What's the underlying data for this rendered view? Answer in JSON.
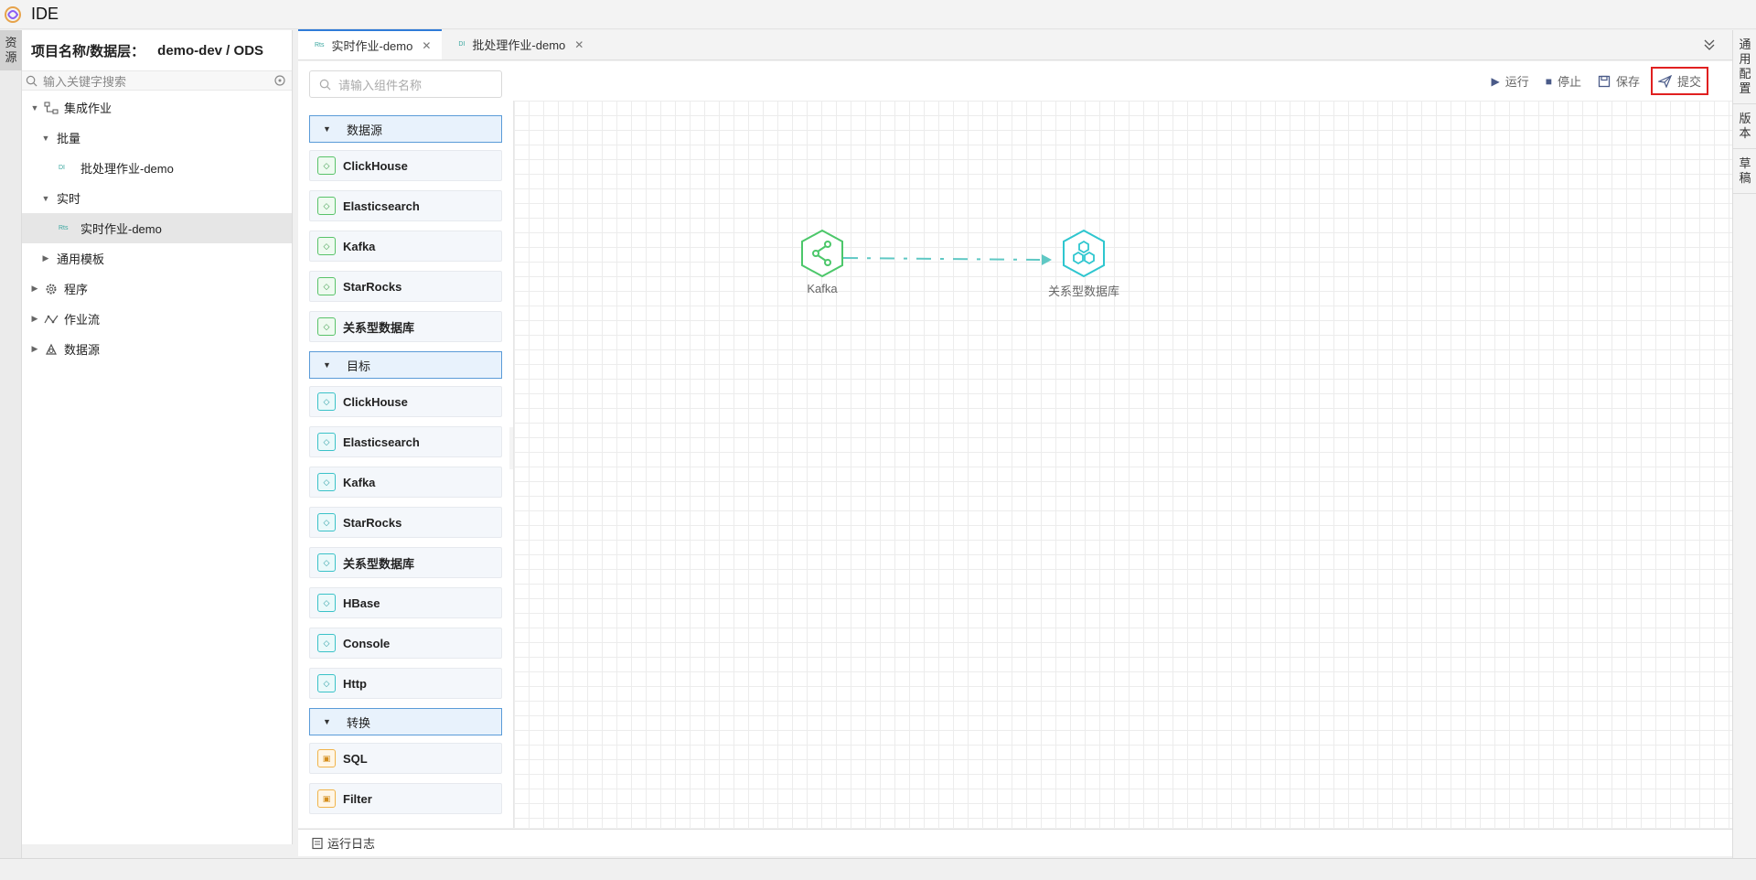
{
  "app": {
    "title": "IDE"
  },
  "left_strip": {
    "tab_chars": [
      "资",
      "源"
    ]
  },
  "resource": {
    "project_label": "项目名称/数据层：",
    "project_value": "demo-dev / ODS",
    "search_placeholder": "输入关键字搜索",
    "tree": [
      {
        "label": "集成作业",
        "level": 0,
        "expanded": true,
        "icon": "integration-icon"
      },
      {
        "label": "批量",
        "level": 1,
        "expanded": true
      },
      {
        "label": "批处理作业-demo",
        "level": 2,
        "tag": "DI"
      },
      {
        "label": "实时",
        "level": 1,
        "expanded": true
      },
      {
        "label": "实时作业-demo",
        "level": 2,
        "tag": "Rts",
        "selected": true
      },
      {
        "label": "通用模板",
        "level": 1,
        "expanded": false
      },
      {
        "label": "程序",
        "level": 0,
        "expanded": false,
        "icon": "gear-icon"
      },
      {
        "label": "作业流",
        "level": 0,
        "expanded": false,
        "icon": "workflow-icon"
      },
      {
        "label": "数据源",
        "level": 0,
        "expanded": false,
        "icon": "datasource-icon"
      }
    ]
  },
  "tabs": [
    {
      "tag": "Rts",
      "label": "实时作业-demo",
      "active": true
    },
    {
      "tag": "DI",
      "label": "批处理作业-demo",
      "active": false
    }
  ],
  "palette": {
    "search_placeholder": "请输入组件名称",
    "categories": [
      {
        "title": "数据源",
        "kind": "src",
        "items": [
          "ClickHouse",
          "Elasticsearch",
          "Kafka",
          "StarRocks",
          "关系型数据库"
        ]
      },
      {
        "title": "目标",
        "kind": "tgt",
        "items": [
          "ClickHouse",
          "Elasticsearch",
          "Kafka",
          "StarRocks",
          "关系型数据库",
          "HBase",
          "Console",
          "Http"
        ]
      },
      {
        "title": "转换",
        "kind": "tf",
        "items": [
          "SQL",
          "Filter"
        ]
      }
    ]
  },
  "toolbar": {
    "run": "运行",
    "stop": "停止",
    "save": "保存",
    "submit": "提交"
  },
  "canvas": {
    "nodes": [
      {
        "label": "Kafka",
        "color": "#4cc76a"
      },
      {
        "label": "关系型数据库",
        "color": "#2ec6cf"
      }
    ]
  },
  "bottom": {
    "log": "运行日志"
  },
  "right_strip": [
    [
      "通",
      "用",
      "配",
      "置"
    ],
    [
      "版",
      "本"
    ],
    [
      "草",
      "稿"
    ]
  ],
  "colors": {
    "accent": "#2f7bd8",
    "highlight": "#e02020",
    "source": "#4cc76a",
    "target": "#2ec6cf"
  }
}
